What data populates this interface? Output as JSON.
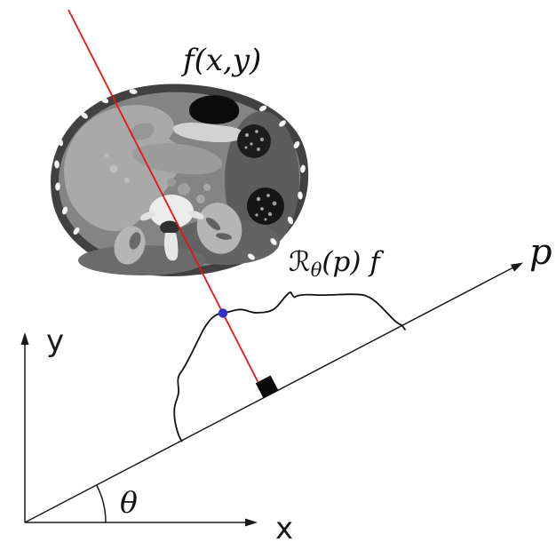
{
  "labels": {
    "function": "f(x,y)",
    "radon_script": "ℛ",
    "radon_subscript": "θ",
    "radon_args": "(p) f",
    "p_axis": "p",
    "x_axis": "x",
    "y_axis": "y",
    "angle": "θ"
  },
  "colors": {
    "ray_red": "#ee1111",
    "point_blue": "#3030c8",
    "detector_black": "#0a0a0a",
    "axis_black": "#1a1a1a"
  },
  "icons": {
    "ct_slice": "axial-abdominal-ct-scan-image"
  }
}
